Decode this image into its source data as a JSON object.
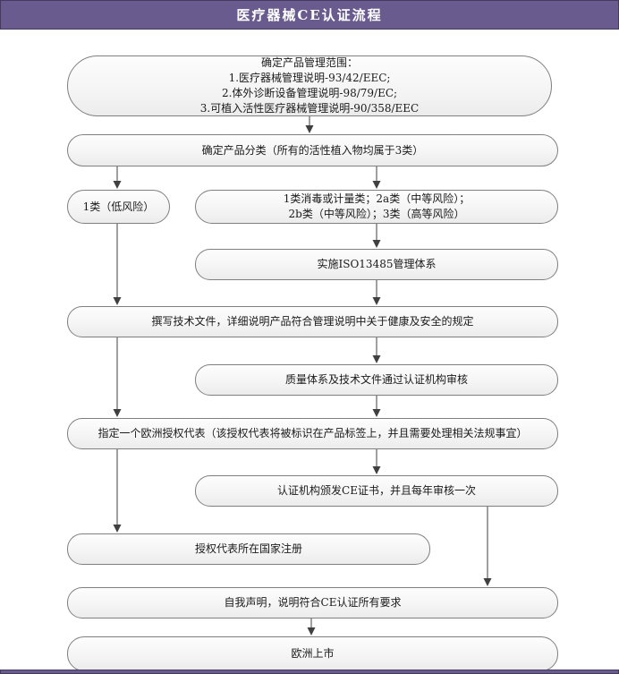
{
  "header": {
    "title": "医疗器械CE认证流程"
  },
  "colors": {
    "header_bg": "#695b8d",
    "header_border": "#44395f",
    "box_border": "#7f7f7f",
    "box_fill": "#f5f5f5",
    "connector": "#404040",
    "text": "#1a1a1a"
  },
  "flow": {
    "nodes": [
      {
        "name": "scope",
        "lines": [
          "确定产品管理范围：",
          "1.医疗器械管理说明-93/42/EEC;",
          "2.体外诊断设备管理说明-98/79/EC;",
          "3.可植入活性医疗器械管理说明-90/358/EEC"
        ]
      },
      {
        "name": "classification",
        "lines": [
          "确定产品分类（所有的活性植入物均属于3类）"
        ]
      },
      {
        "name": "class1",
        "lines": [
          "1类（低风险）"
        ]
      },
      {
        "name": "class2plus",
        "lines": [
          "1类消毒或计量类；2a类（中等风险）；",
          "2b类（中等风险）；3类（高等风险）"
        ]
      },
      {
        "name": "iso13485",
        "lines": [
          "实施ISO13485管理体系"
        ]
      },
      {
        "name": "technical-file",
        "lines": [
          "撰写技术文件，详细说明产品符合管理说明中关于健康及安全的规定"
        ]
      },
      {
        "name": "audit",
        "lines": [
          "质量体系及技术文件通过认证机构审核"
        ]
      },
      {
        "name": "authorized-rep",
        "lines": [
          "指定一个欧洲授权代表（该授权代表将被标识在产品标签上，并且需要处理相关法规事宜）"
        ]
      },
      {
        "name": "ce-certificate",
        "lines": [
          "认证机构颁发CE证书，并且每年审核一次"
        ]
      },
      {
        "name": "country-registration",
        "lines": [
          "授权代表所在国家注册"
        ]
      },
      {
        "name": "self-declaration",
        "lines": [
          "自我声明，说明符合CE认证所有要求"
        ]
      },
      {
        "name": "market-launch",
        "lines": [
          "欧洲上市"
        ]
      }
    ]
  }
}
